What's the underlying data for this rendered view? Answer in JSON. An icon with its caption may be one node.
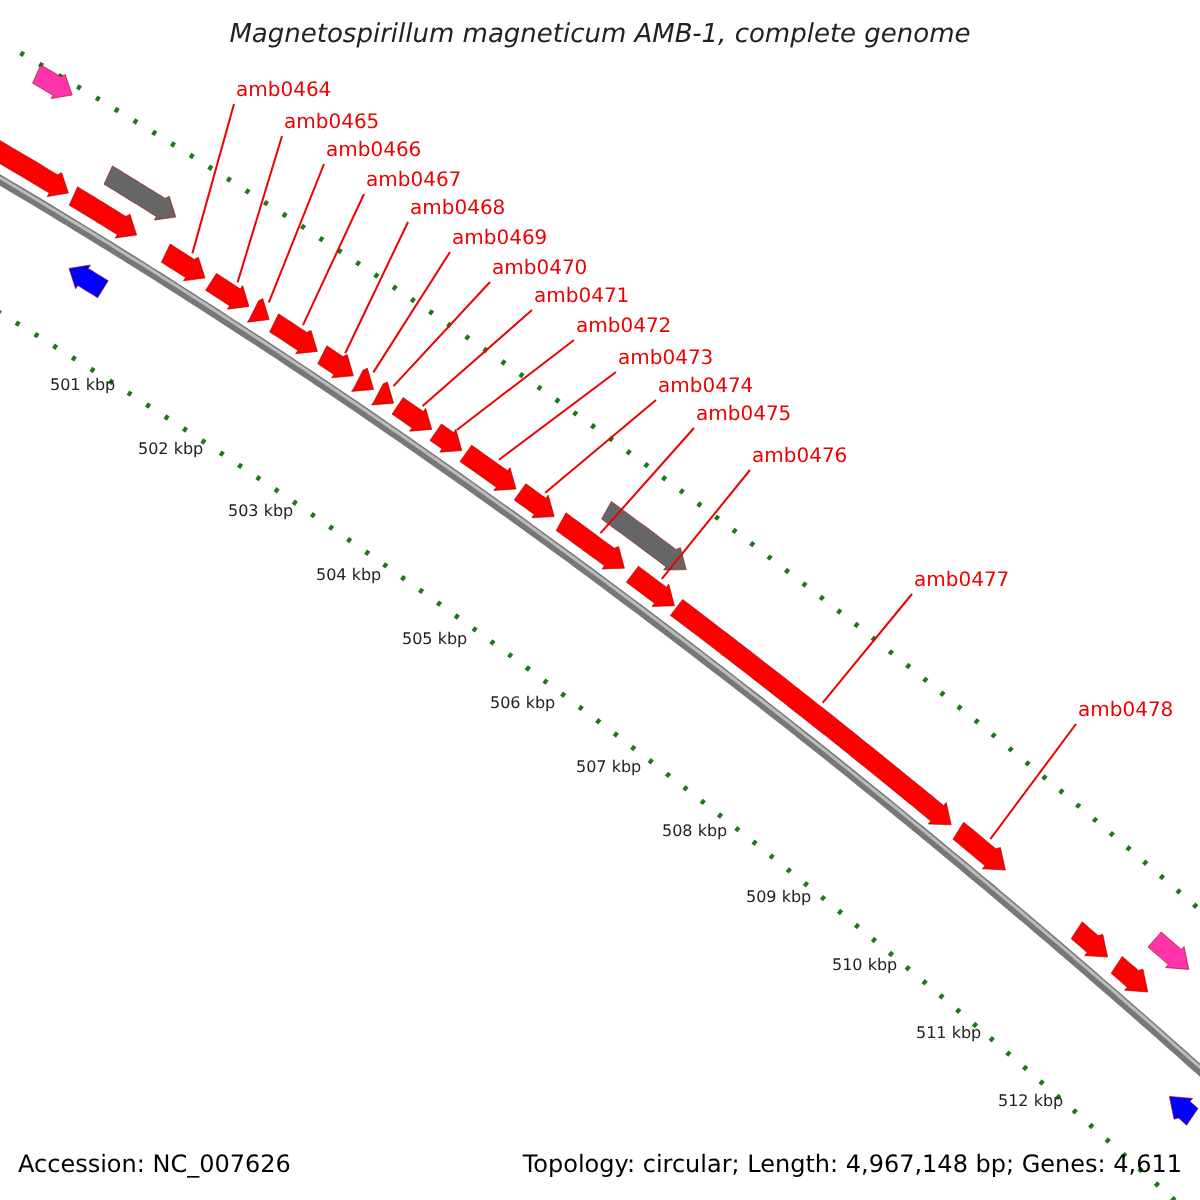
{
  "diagram": {
    "title": "Magnetospirillum magneticum AMB-1, complete genome",
    "nodes": [
      {
        "text": [
          "amb0464"
        ]
      },
      {
        "text": [
          "amb0465"
        ]
      },
      {
        "text": [
          "amb0466"
        ]
      },
      {
        "text": [
          "amb0467"
        ]
      },
      {
        "text": [
          "amb0468"
        ]
      },
      {
        "text": [
          "amb0469"
        ]
      },
      {
        "text": [
          "amb0470"
        ]
      },
      {
        "text": [
          "amb0471"
        ]
      },
      {
        "text": [
          "amb0472"
        ]
      },
      {
        "text": [
          "amb0473"
        ]
      },
      {
        "text": [
          "amb0474"
        ]
      },
      {
        "text": [
          "amb0475"
        ]
      },
      {
        "text": [
          "amb0476"
        ]
      },
      {
        "text": [
          "amb0477"
        ]
      },
      {
        "text": [
          "amb0478"
        ]
      },
      {
        "text": [],
        "shape": "arrow"
      },
      {
        "text": [],
        "shape": "arrow"
      },
      {
        "text": [],
        "shape": "arrow"
      },
      {
        "text": [],
        "shape": "arrow"
      },
      {
        "text": [],
        "shape": "arrow"
      },
      {
        "text": [],
        "shape": "arrow"
      },
      {
        "text": [],
        "shape": "arrow"
      },
      {
        "text": [],
        "shape": "arrow"
      },
      {
        "text": [],
        "shape": "arrow"
      },
      {
        "text": [],
        "shape": "arrow"
      },
      {
        "text": [],
        "shape": "arrow"
      },
      {
        "text": [],
        "shape": "arrow"
      },
      {
        "text": [],
        "shape": "arrow"
      },
      {
        "text": [],
        "shape": "arrow"
      },
      {
        "text": [],
        "shape": "arrow"
      },
      {
        "text": [],
        "shape": "arrow"
      },
      {
        "text": [],
        "shape": "arrow"
      },
      {
        "text": [],
        "shape": "arrow"
      },
      {
        "text": [],
        "shape": "arrow"
      },
      {
        "text": [],
        "shape": "arrow"
      },
      {
        "text": [],
        "shape": "arrow"
      },
      {
        "text": [],
        "shape": "arrow"
      },
      {
        "text": [],
        "shape": "arrow"
      },
      {
        "text": [],
        "shape": "arrow"
      },
      {
        "text": [],
        "shape": "arrow"
      }
    ],
    "edges": [
      {
        "from": 0,
        "to": 15,
        "arrow": "none"
      },
      {
        "from": 1,
        "to": 16,
        "arrow": "none"
      },
      {
        "from": 2,
        "to": 17,
        "arrow": "none"
      },
      {
        "from": 3,
        "to": 18,
        "arrow": "none"
      },
      {
        "from": 4,
        "to": 19,
        "arrow": "none"
      },
      {
        "from": 5,
        "to": 20,
        "arrow": "none"
      },
      {
        "from": 6,
        "to": 21,
        "arrow": "none"
      },
      {
        "from": 7,
        "to": 22,
        "arrow": "none"
      },
      {
        "from": 8,
        "to": 23,
        "arrow": "none"
      },
      {
        "from": 9,
        "to": 24,
        "arrow": "none"
      },
      {
        "from": 10,
        "to": 25,
        "arrow": "none"
      },
      {
        "from": 11,
        "to": 26,
        "arrow": "none"
      },
      {
        "from": 12,
        "to": 27,
        "arrow": "none"
      },
      {
        "from": 13,
        "to": 28,
        "arrow": "none"
      },
      {
        "from": 14,
        "to": 29,
        "arrow": "none"
      }
    ],
    "labels": [
      "501 kbp",
      "502 kbp",
      "503 kbp",
      "504 kbp",
      "505 kbp",
      "506 kbp",
      "507 kbp",
      "508 kbp",
      "509 kbp",
      "510 kbp",
      "511 kbp",
      "512 kbp",
      "Accession: NC_007626",
      "Topology: circular; Length: 4,967,148 bp; Genes: 4,611"
    ]
  }
}
